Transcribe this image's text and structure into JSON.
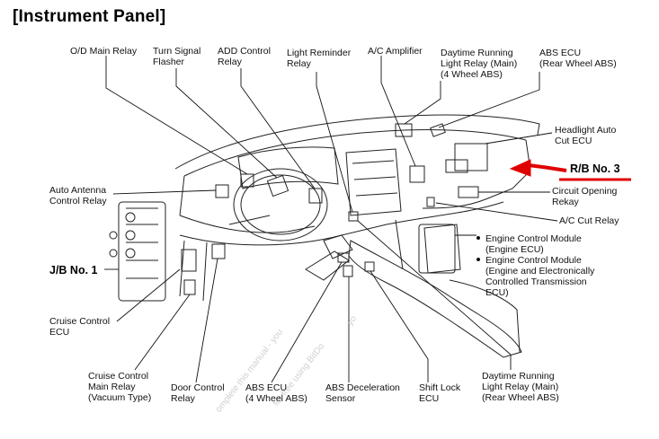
{
  "title": "[Instrument Panel]",
  "labels": {
    "od_main_relay": "O/D Main Relay",
    "turn_signal_flasher": "Turn Signal\nFlasher",
    "add_control_relay": "ADD Control\nRelay",
    "light_reminder_relay": "Light Reminder\nRelay",
    "ac_amplifier": "A/C Amplifier",
    "drl_relay_4wabs": "Daytime Running\nLight Relay (Main)\n(4 Wheel ABS)",
    "abs_ecu_rear": "ABS ECU\n(Rear Wheel ABS)",
    "headlight_auto_cut_ecu": "Headlight Auto\nCut ECU",
    "rb_no3": "R/B No. 3",
    "circuit_opening_relay": "Circuit Opening\nRekay",
    "ac_cut_relay": "A/C Cut Relay",
    "ecm_engine": "Engine Control Module\n(Engine ECU)",
    "ecm_engine_trans": "Engine Control Module\n(Engine and Electronically\nControlled Transmission\nECU)",
    "auto_antenna_relay": "Auto Antenna\nControl Relay",
    "jb_no1": "J/B No. 1",
    "cruise_control_ecu": "Cruise Control\nECU",
    "cruise_main_relay": "Cruise Control\nMain Relay\n(Vacuum Type)",
    "door_control_relay": "Door Control\nRelay",
    "abs_ecu_4w": "ABS ECU\n(4 Wheel ABS)",
    "abs_decel_sensor": "ABS Deceleration\nSensor",
    "shift_lock_ecu": "Shift Lock\nECU",
    "drl_relay_rearabs": "Daytime Running\nLight Relay (Main)\n(Rear Wheel ABS)"
  },
  "watermark": [
    "omplete this manual - you",
    "for free using BitDo",
    "yo"
  ],
  "colors": {
    "line": "#111111",
    "accent": "#e00000",
    "watermark": "#d0d0d0"
  }
}
